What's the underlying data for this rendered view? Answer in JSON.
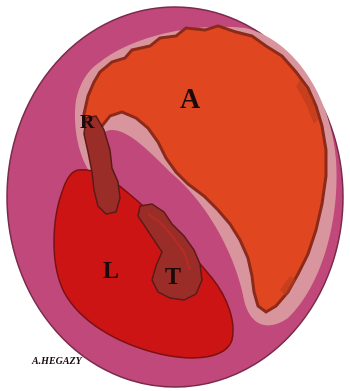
{
  "labels": {
    "a": "A",
    "r": "R",
    "l": "L",
    "t": "T"
  },
  "credit": "A.HEGAZY",
  "colors": {
    "background": "#ffffff",
    "outer_disc": "#c0487a",
    "outer_disc_edge": "#7a2a4a",
    "light_band": "#d8959e",
    "orange_region": "#e0461f",
    "orange_edge": "#8c2a1a",
    "red_region": "#cc1414",
    "red_edge": "#7c1010",
    "dark_patch": "#9a2d28",
    "text": "#1a0a0a"
  }
}
